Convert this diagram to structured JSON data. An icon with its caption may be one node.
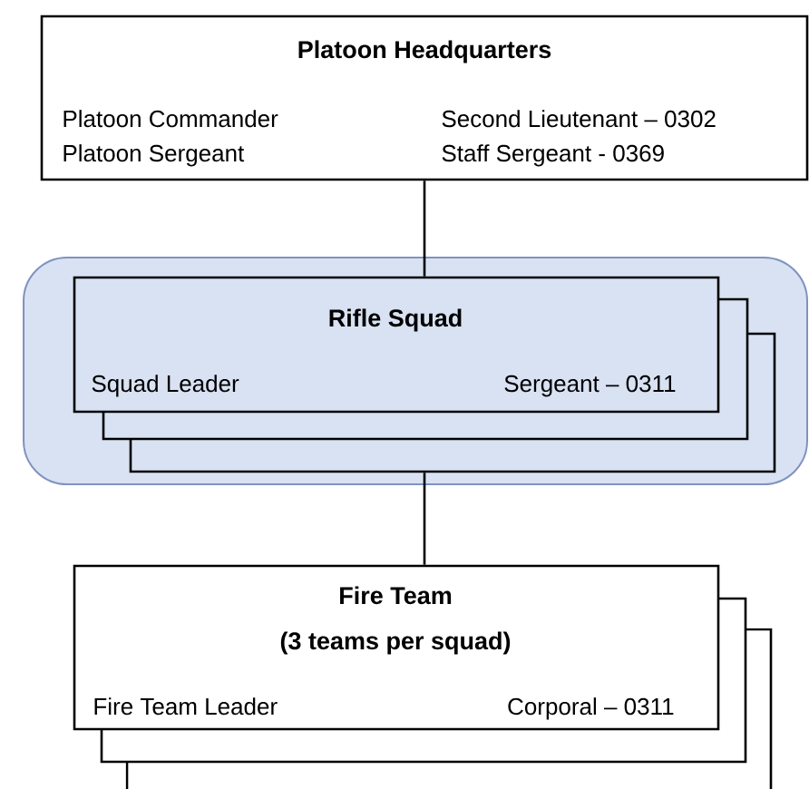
{
  "diagram": {
    "nodes": [
      {
        "text": [
          "Platoon Headquarters",
          "Platoon Commander",
          "Platoon Sergeant",
          "Second Lieutenant – 0302",
          "Staff Sergeant - 0369"
        ]
      },
      {
        "text": [],
        "shape": "box"
      },
      {
        "text": [
          "Rifle Squad",
          "Squad Leader",
          "Sergeant – 0311"
        ],
        "in": 1
      },
      {
        "text": [
          "Fire Team",
          "(3 teams per squad)",
          "Fire Team Leader",
          "Corporal – 0311"
        ]
      }
    ],
    "edges": [
      {
        "from": 0,
        "to": 2,
        "arrow": "none"
      },
      {
        "from": 2,
        "to": 3,
        "arrow": "none"
      }
    ]
  }
}
